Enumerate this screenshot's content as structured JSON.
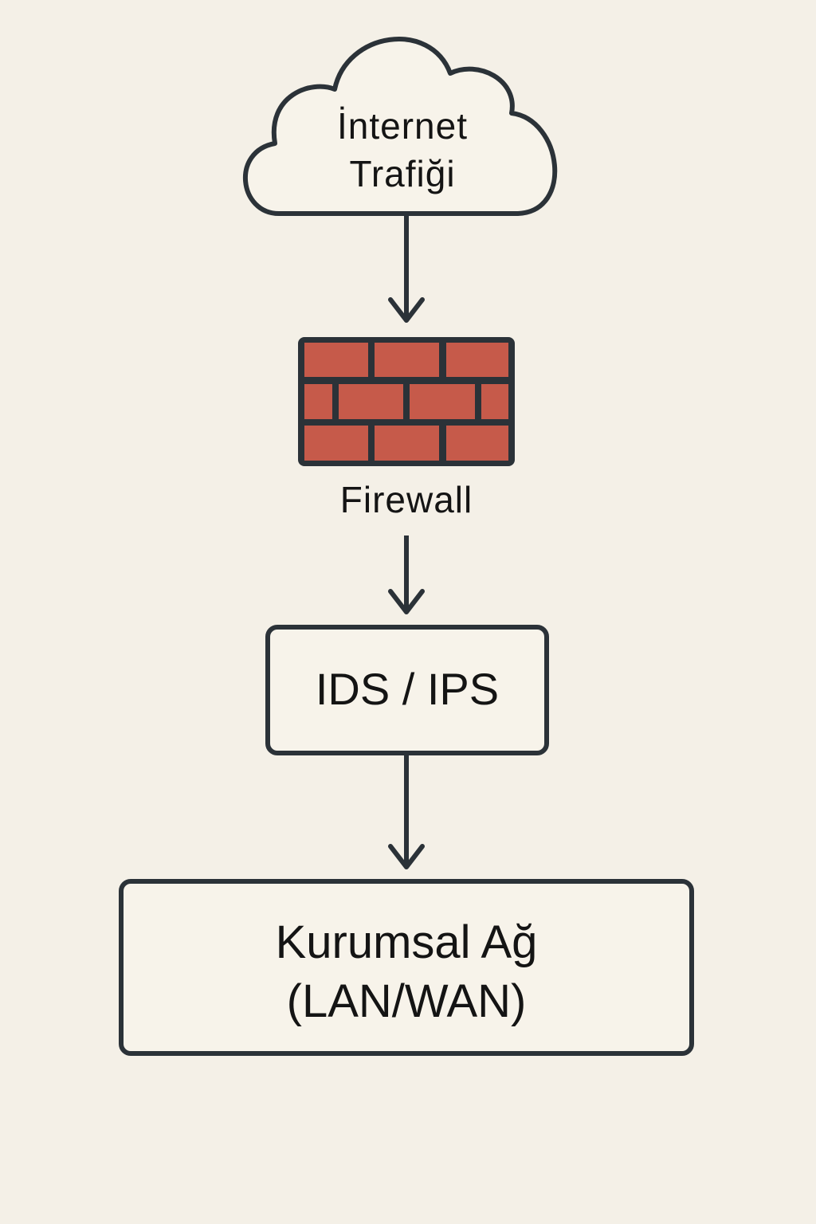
{
  "diagram": {
    "nodes": [
      {
        "id": "internet",
        "shape": "cloud",
        "label_line1": "İnternet",
        "label_line2": "Trafiği"
      },
      {
        "id": "firewall",
        "shape": "brick-wall",
        "label": "Firewall"
      },
      {
        "id": "ids_ips",
        "shape": "rounded-rect",
        "label": "IDS / IPS"
      },
      {
        "id": "lan",
        "shape": "rounded-rect",
        "label_line1": "Kurumsal Ağ",
        "label_line2": "(LAN/WAN)"
      }
    ],
    "edges": [
      {
        "from": "internet",
        "to": "firewall"
      },
      {
        "from": "firewall",
        "to": "ids_ips"
      },
      {
        "from": "ids_ips",
        "to": "lan"
      }
    ]
  },
  "colors": {
    "background": "#f4f0e7",
    "stroke": "#2b3238",
    "brick": "#c65a4a",
    "box_fill": "#f7f3ea"
  }
}
